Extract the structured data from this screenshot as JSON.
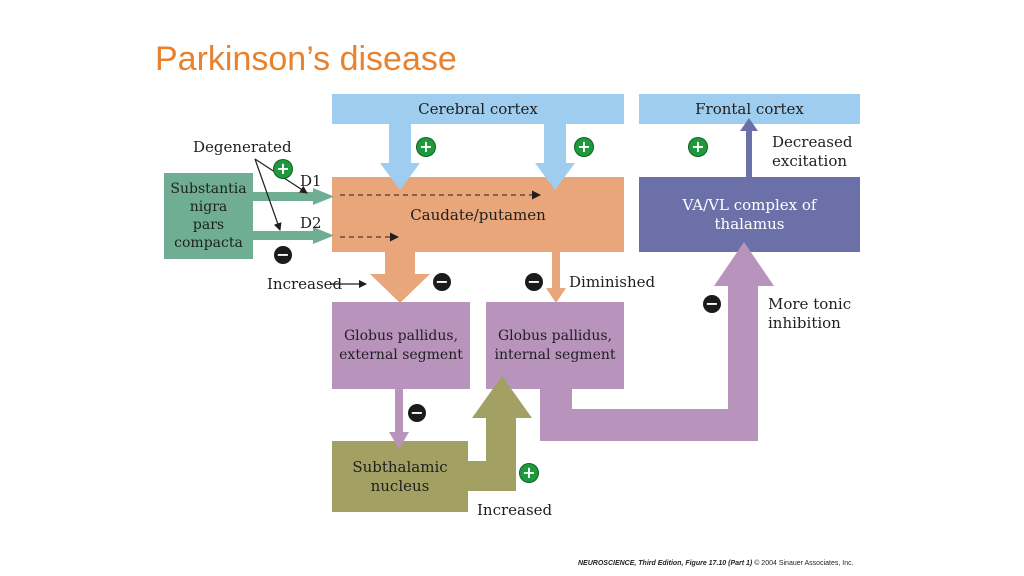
{
  "title": "Parkinson’s disease",
  "colors": {
    "title": "#e8822e",
    "cortex": "#9fcdef",
    "caudate": "#e8a67a",
    "thalamus": "#6b71a8",
    "pallidus": "#b894bd",
    "subthalamic": "#a3a063",
    "substantia_nigra": "#6fae93",
    "plus_sign": "#1e9a3c",
    "minus_sign": "#1b1b1b"
  },
  "boxes": {
    "cerebral_cortex": "Cerebral cortex",
    "frontal_cortex": "Frontal cortex",
    "caudate_putamen": "Caudate/putamen",
    "thalamus": "VA/VL complex of\nthalamus",
    "substantia_nigra": "Substantia\nnigra\npars\ncompacta",
    "gp_external": "Globus pallidus,\nexternal segment",
    "gp_internal": "Globus pallidus,\ninternal segment",
    "subthalamic": "Subthalamic\nnucleus"
  },
  "labels": {
    "degenerated": "Degenerated",
    "d1": "D1",
    "d2": "D2",
    "increased_gpe": "Increased",
    "diminished": "Diminished",
    "decreased_excitation": "Decreased\nexcitation",
    "more_tonic_inhibition": "More tonic\ninhibition",
    "increased_stn": "Increased"
  },
  "signs": {
    "plus": "+",
    "minus": "−"
  },
  "caption": {
    "source": "NEUROSCIENCE, Third Edition, Figure 17.10 (Part 1)",
    "copyright": "© 2004 Sinauer Associates, Inc."
  }
}
